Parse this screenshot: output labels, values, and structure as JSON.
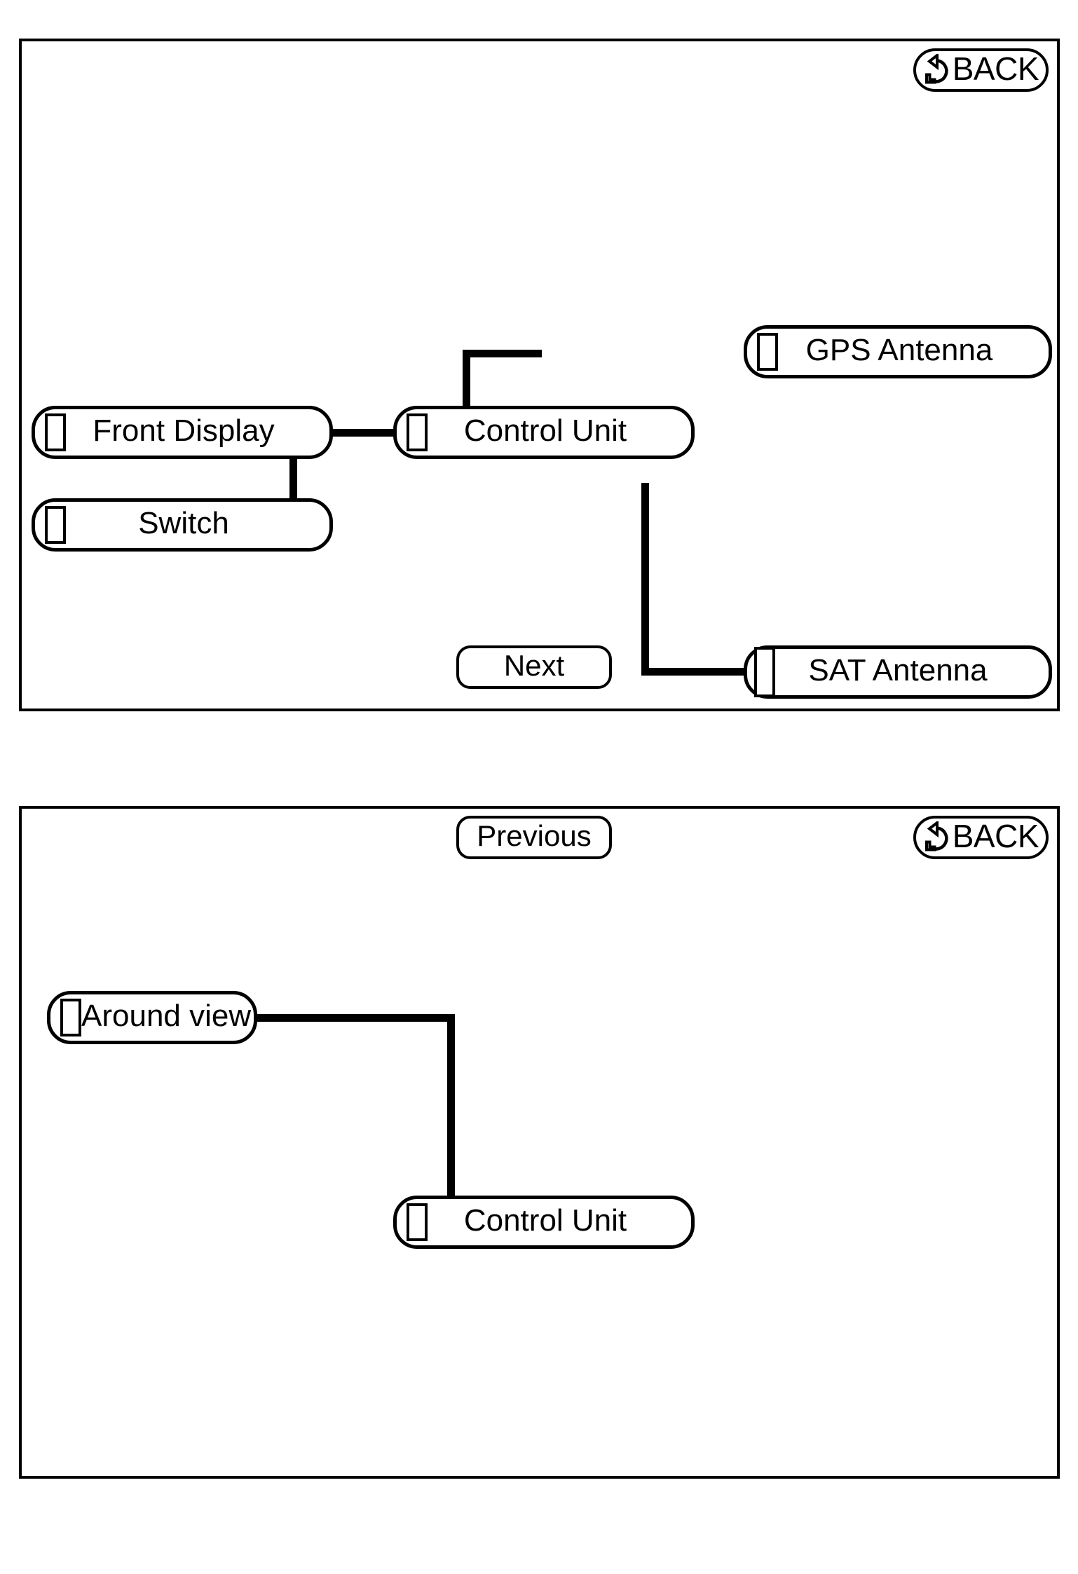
{
  "panels": [
    {
      "id": "panel-1",
      "back_button": {
        "label": "BACK",
        "icon": "back-arrow-icon"
      },
      "nav_button": {
        "label": "Next"
      },
      "nodes": [
        {
          "id": "front-display",
          "label": "Front Display",
          "icon": "component-icon"
        },
        {
          "id": "switch",
          "label": "Switch",
          "icon": "component-icon"
        },
        {
          "id": "control-unit",
          "label": "Control Unit",
          "icon": "component-icon"
        },
        {
          "id": "gps-antenna",
          "label": "GPS Antenna",
          "icon": "component-icon"
        },
        {
          "id": "sat-antenna",
          "label": "SAT Antenna",
          "icon": "component-icon"
        }
      ],
      "connections": [
        {
          "from": "front-display",
          "to": "control-unit"
        },
        {
          "from": "switch",
          "to": "control-unit"
        },
        {
          "from": "control-unit",
          "to": "gps-antenna"
        },
        {
          "from": "control-unit",
          "to": "sat-antenna"
        }
      ]
    },
    {
      "id": "panel-2",
      "back_button": {
        "label": "BACK",
        "icon": "back-arrow-icon"
      },
      "nav_button": {
        "label": "Previous"
      },
      "nodes": [
        {
          "id": "around-view",
          "label": "Around view",
          "icon": "component-icon"
        },
        {
          "id": "control-unit-2",
          "label": "Control Unit",
          "icon": "component-icon"
        }
      ],
      "connections": [
        {
          "from": "around-view",
          "to": "control-unit-2"
        }
      ]
    }
  ],
  "colors": {
    "stroke": "#000000",
    "background": "#ffffff"
  }
}
